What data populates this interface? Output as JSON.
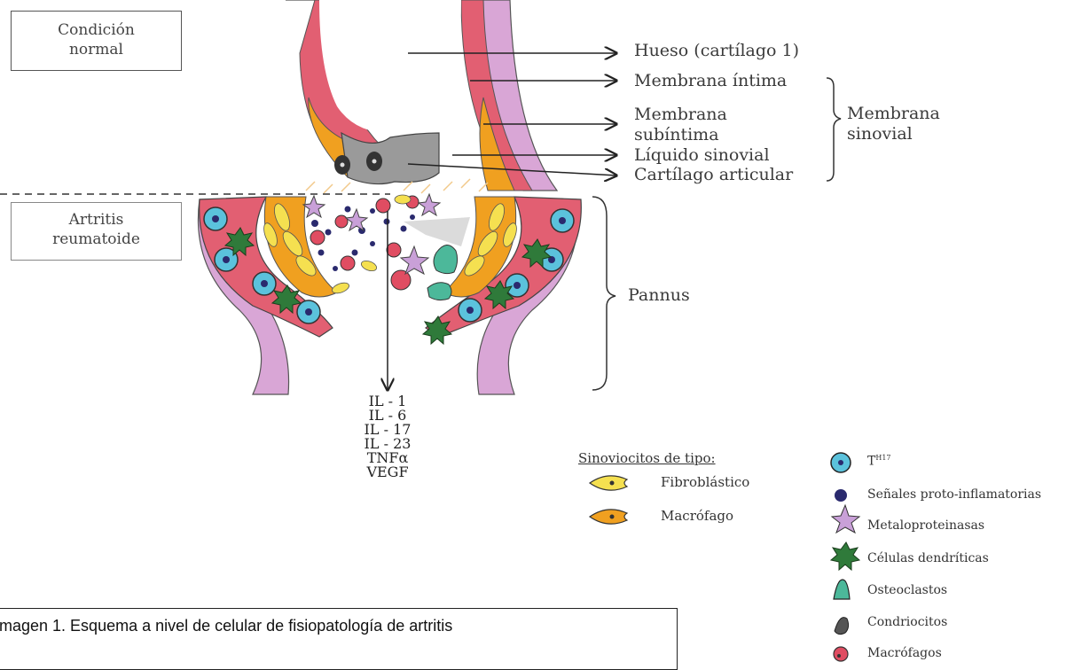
{
  "condition_normal": [
    "Condición",
    "normal"
  ],
  "condition_ra": [
    "Artritis",
    "reumatoide"
  ],
  "structures": {
    "hueso": "Hueso (cartílago 1)",
    "intima": "Membrana íntima",
    "subintima": [
      "Membrana",
      "subíntima"
    ],
    "liquido": "Líquido sinovial",
    "cartilago": "Cartílago articular",
    "sinovial_group": [
      "Membrana",
      "sinovial"
    ],
    "pannus": "Pannus"
  },
  "cytokines": [
    "IL - 1",
    "IL - 6",
    "IL - 17",
    "IL - 23",
    "TNFα",
    "VEGF"
  ],
  "sinoviocitos": {
    "title": "Sinoviocitos de tipo:",
    "items": [
      "Fibroblástico",
      "Macrófago"
    ]
  },
  "legend": [
    "T",
    "Señales proto-inflamatorias",
    "Metaloproteinasas",
    "Células dendríticas",
    "Osteoclastos",
    "Condriocitos",
    "Macrófagos"
  ],
  "legend_t_superscript": "H17",
  "caption": "magen 1. Esquema a nivel de celular de fisiopatología de artritis",
  "colors": {
    "bone_pink": "#d9a6d6",
    "membrane_red": "#e25f72",
    "subintima_orange": "#f0a020",
    "fibroblast_yellow": "#f5e050",
    "cartilage_gray": "#9a9a9a",
    "th17_blue": "#5bc2dc",
    "signal_navy": "#2a2a6e",
    "mmp_lilac": "#c9a0d8",
    "dendritic_green": "#2f7a3a",
    "osteoclast_teal": "#4cb89a",
    "macrophage_red": "#e04d62"
  }
}
